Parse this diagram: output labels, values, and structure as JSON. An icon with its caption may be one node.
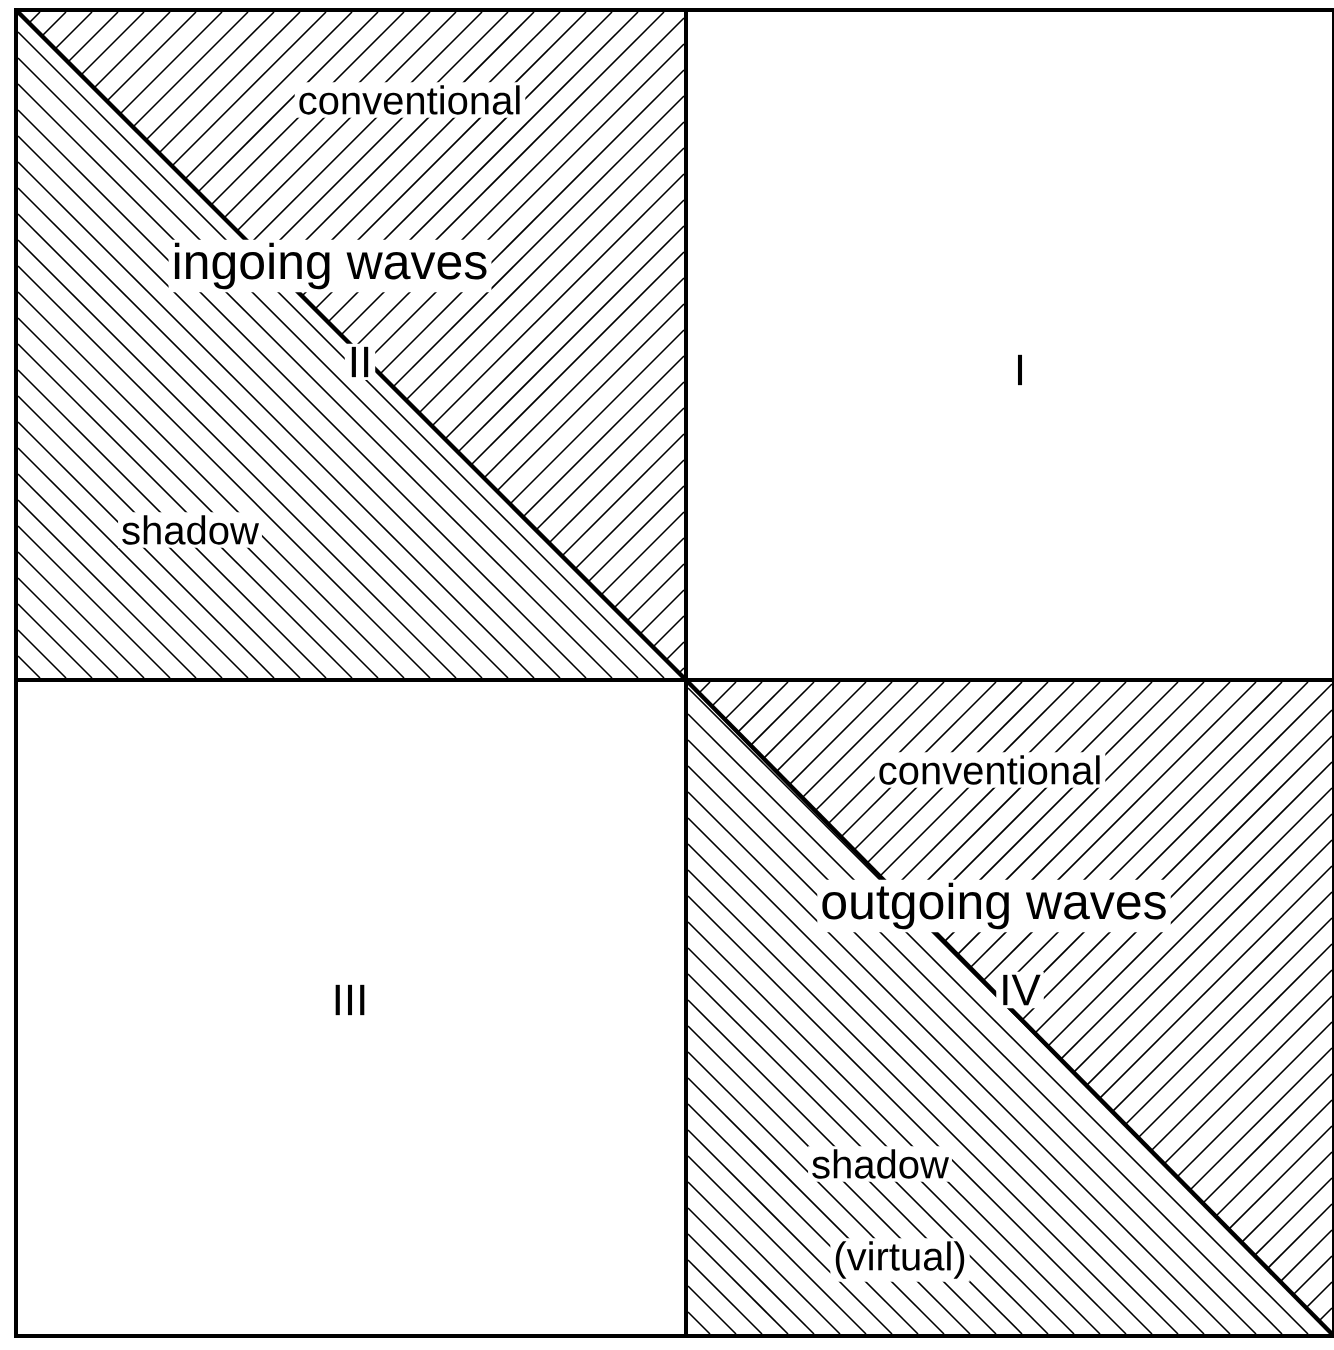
{
  "diagram": {
    "nodes": [
      {
        "text": [
          "conventional",
          "ingoing waves",
          "II",
          "shadow"
        ]
      },
      {
        "text": [
          "I"
        ]
      },
      {
        "text": [
          "III"
        ]
      },
      {
        "text": [
          "conventional",
          "outgoing waves",
          "IV",
          "shadow",
          "(virtual)"
        ]
      }
    ]
  }
}
